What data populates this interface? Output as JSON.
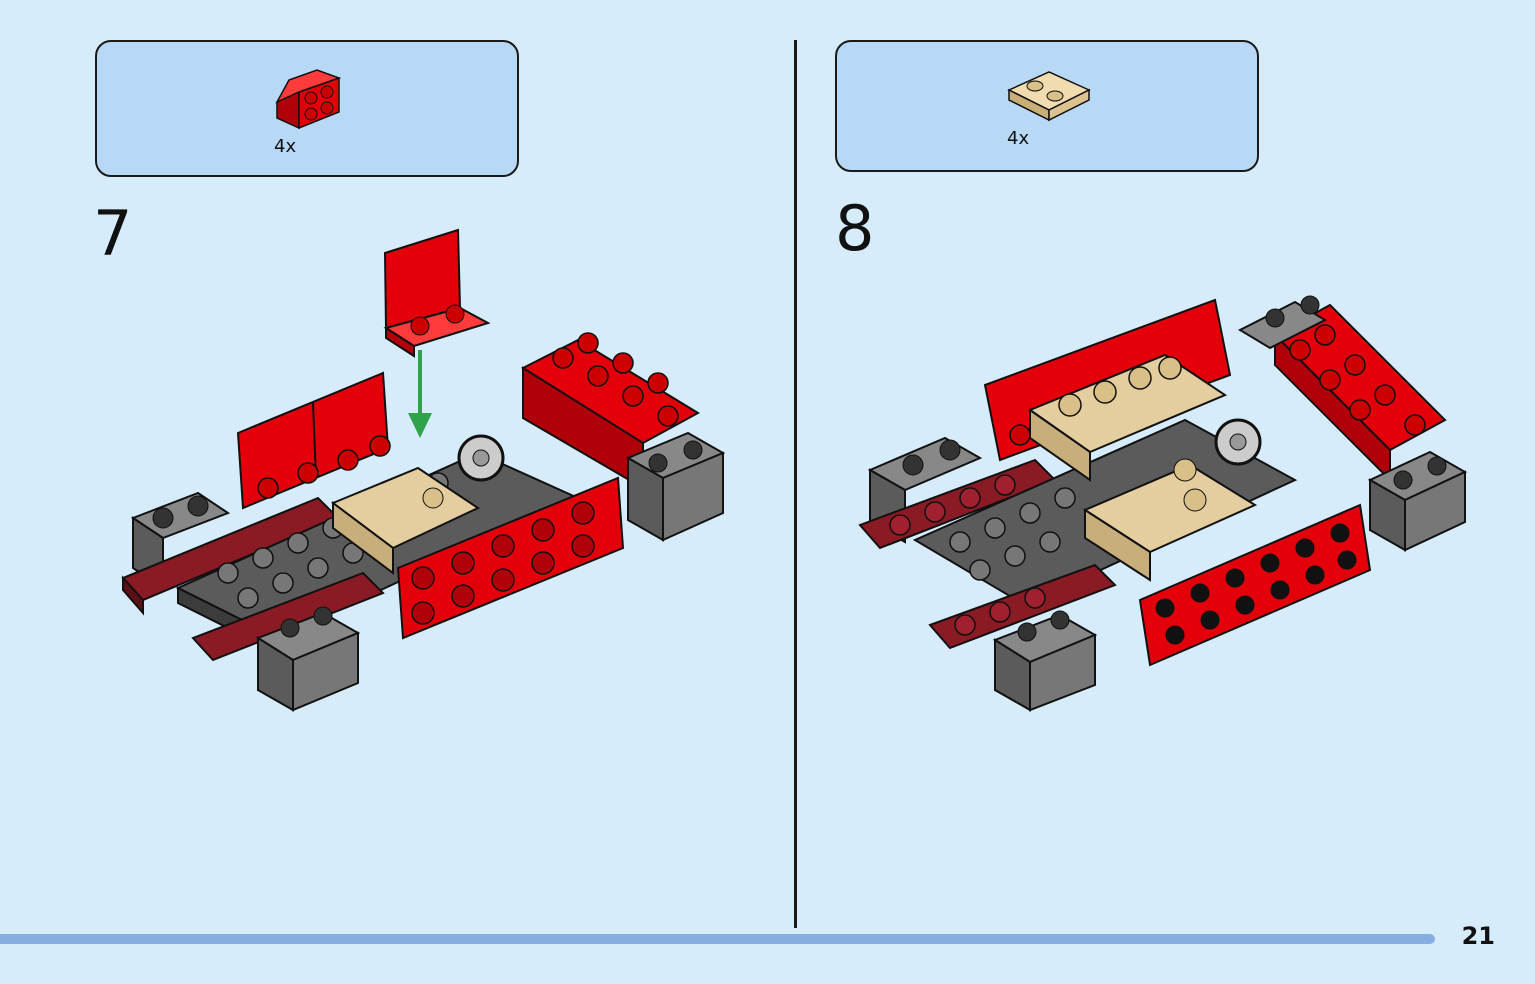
{
  "steps": [
    {
      "number": "7",
      "part_count": "4x",
      "part": "red-bracket-1x2-2x2",
      "part_color": "#e3000b"
    },
    {
      "number": "8",
      "part_count": "4x",
      "part": "tan-plate-2x2",
      "part_color": "#e4cd9e"
    }
  ],
  "page_number": "21",
  "colors": {
    "background": "#d6ecfb",
    "callout": "#b7d9f5",
    "red": "#e3000b",
    "dark_red": "#8a1a24",
    "tan": "#e4cd9e",
    "dark_gray": "#5b5b5b",
    "arrow": "#2ea34a",
    "footer": "#86aee0"
  }
}
